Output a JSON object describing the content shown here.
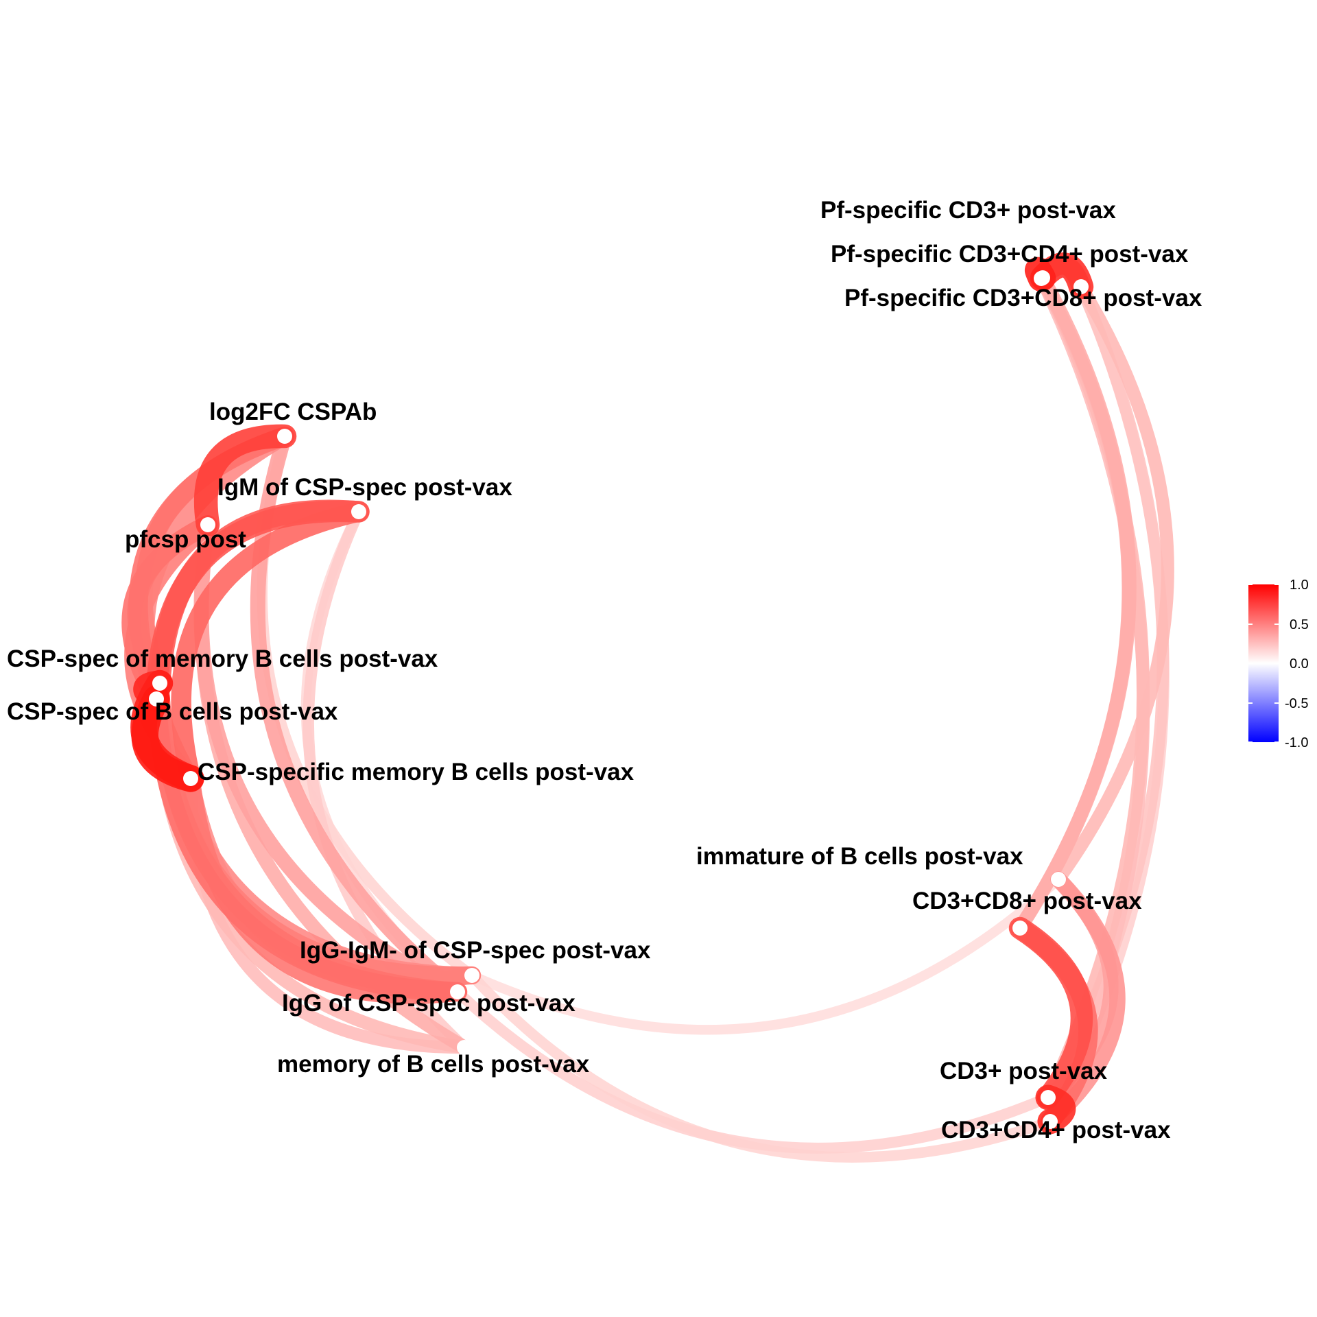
{
  "legend": {
    "colors": {
      "high": "#ff0000",
      "mid": "#ffffff",
      "low": "#0000ff"
    },
    "ticks": [
      "1.0",
      "0.5",
      "0.0",
      "-0.5",
      "-1.0"
    ]
  },
  "nodes": [
    {
      "id": "log2fc",
      "label": "log2FC CSPAb"
    },
    {
      "id": "igm",
      "label": "IgM of CSP-spec post-vax"
    },
    {
      "id": "pfcsp",
      "label": "pfcsp post"
    },
    {
      "id": "cspmemb",
      "label": "CSP-spec of memory B cells post-vax"
    },
    {
      "id": "cspb",
      "label": "CSP-spec of B cells post-vax"
    },
    {
      "id": "cspspecmem",
      "label": "CSP-specific memory B cells post-vax"
    },
    {
      "id": "iggigm",
      "label": "IgG-IgM- of CSP-spec post-vax"
    },
    {
      "id": "igg",
      "label": "IgG of CSP-spec post-vax"
    },
    {
      "id": "memb",
      "label": "memory of B cells post-vax"
    },
    {
      "id": "pfcd3",
      "label": "Pf-specific CD3+ post-vax"
    },
    {
      "id": "pfcd4",
      "label": "Pf-specific CD3+CD4+ post-vax"
    },
    {
      "id": "pfcd8",
      "label": "Pf-specific CD3+CD8+ post-vax"
    },
    {
      "id": "immb",
      "label": "immature of B cells post-vax"
    },
    {
      "id": "cd8",
      "label": "CD3+CD8+ post-vax"
    },
    {
      "id": "cd3",
      "label": "CD3+ post-vax"
    },
    {
      "id": "cd4",
      "label": "CD3+CD4+ post-vax"
    }
  ],
  "edges": [
    {
      "from": "cspb",
      "to": "cspspecmem",
      "weight": 0.98
    },
    {
      "from": "cspmemb",
      "to": "cspspecmem",
      "weight": 0.95
    },
    {
      "from": "cspmemb",
      "to": "cspb",
      "weight": 0.92
    },
    {
      "from": "log2fc",
      "to": "pfcsp",
      "weight": 0.82
    },
    {
      "from": "log2fc",
      "to": "cspb",
      "weight": 0.6
    },
    {
      "from": "log2fc",
      "to": "cspmemb",
      "weight": 0.55
    },
    {
      "from": "log2fc",
      "to": "cspspecmem",
      "weight": 0.5
    },
    {
      "from": "pfcsp",
      "to": "cspb",
      "weight": 0.6
    },
    {
      "from": "pfcsp",
      "to": "cspmemb",
      "weight": 0.58
    },
    {
      "from": "pfcsp",
      "to": "cspspecmem",
      "weight": 0.55
    },
    {
      "from": "igm",
      "to": "cspb",
      "weight": 0.72
    },
    {
      "from": "igm",
      "to": "cspmemb",
      "weight": 0.7
    },
    {
      "from": "igm",
      "to": "cspspecmem",
      "weight": 0.65
    },
    {
      "from": "cspb",
      "to": "igg",
      "weight": 0.62
    },
    {
      "from": "cspmemb",
      "to": "igg",
      "weight": 0.6
    },
    {
      "from": "cspspecmem",
      "to": "igg",
      "weight": 0.58
    },
    {
      "from": "cspb",
      "to": "iggigm",
      "weight": 0.55
    },
    {
      "from": "cspmemb",
      "to": "iggigm",
      "weight": 0.5
    },
    {
      "from": "cspspecmem",
      "to": "iggigm",
      "weight": 0.48
    },
    {
      "from": "log2fc",
      "to": "igg",
      "weight": 0.4
    },
    {
      "from": "pfcsp",
      "to": "igg",
      "weight": 0.4
    },
    {
      "from": "log2fc",
      "to": "iggigm",
      "weight": 0.18
    },
    {
      "from": "igm",
      "to": "memb",
      "weight": 0.22
    },
    {
      "from": "igm",
      "to": "igg",
      "weight": 0.16
    },
    {
      "from": "pfcsp",
      "to": "memb",
      "weight": 0.35
    },
    {
      "from": "cspb",
      "to": "memb",
      "weight": 0.3
    },
    {
      "from": "cspspecmem",
      "to": "memb",
      "weight": 0.28
    },
    {
      "from": "igg",
      "to": "cd3",
      "weight": 0.2
    },
    {
      "from": "iggigm",
      "to": "cd4",
      "weight": 0.18
    },
    {
      "from": "iggigm",
      "to": "immb",
      "weight": 0.14
    },
    {
      "from": "pfcd3",
      "to": "pfcd4",
      "weight": 0.95
    },
    {
      "from": "pfcd3",
      "to": "pfcd8",
      "weight": 0.88
    },
    {
      "from": "pfcd4",
      "to": "pfcd8",
      "weight": 0.6
    },
    {
      "from": "pfcd3",
      "to": "cd8",
      "weight": 0.35
    },
    {
      "from": "pfcd4",
      "to": "cd8",
      "weight": 0.32
    },
    {
      "from": "pfcd8",
      "to": "immb",
      "weight": 0.3
    },
    {
      "from": "pfcd3",
      "to": "cd3",
      "weight": 0.3
    },
    {
      "from": "pfcd4",
      "to": "cd4",
      "weight": 0.28
    },
    {
      "from": "pfcd8",
      "to": "cd3",
      "weight": 0.25
    },
    {
      "from": "pfcd8",
      "to": "cd4",
      "weight": 0.2
    },
    {
      "from": "cd8",
      "to": "cd3",
      "weight": 0.75
    },
    {
      "from": "cd8",
      "to": "cd4",
      "weight": 0.62
    },
    {
      "from": "immb",
      "to": "cd4",
      "weight": 0.45
    },
    {
      "from": "immb",
      "to": "cd3",
      "weight": 0.4
    },
    {
      "from": "cd3",
      "to": "cd4",
      "weight": 0.9
    }
  ]
}
